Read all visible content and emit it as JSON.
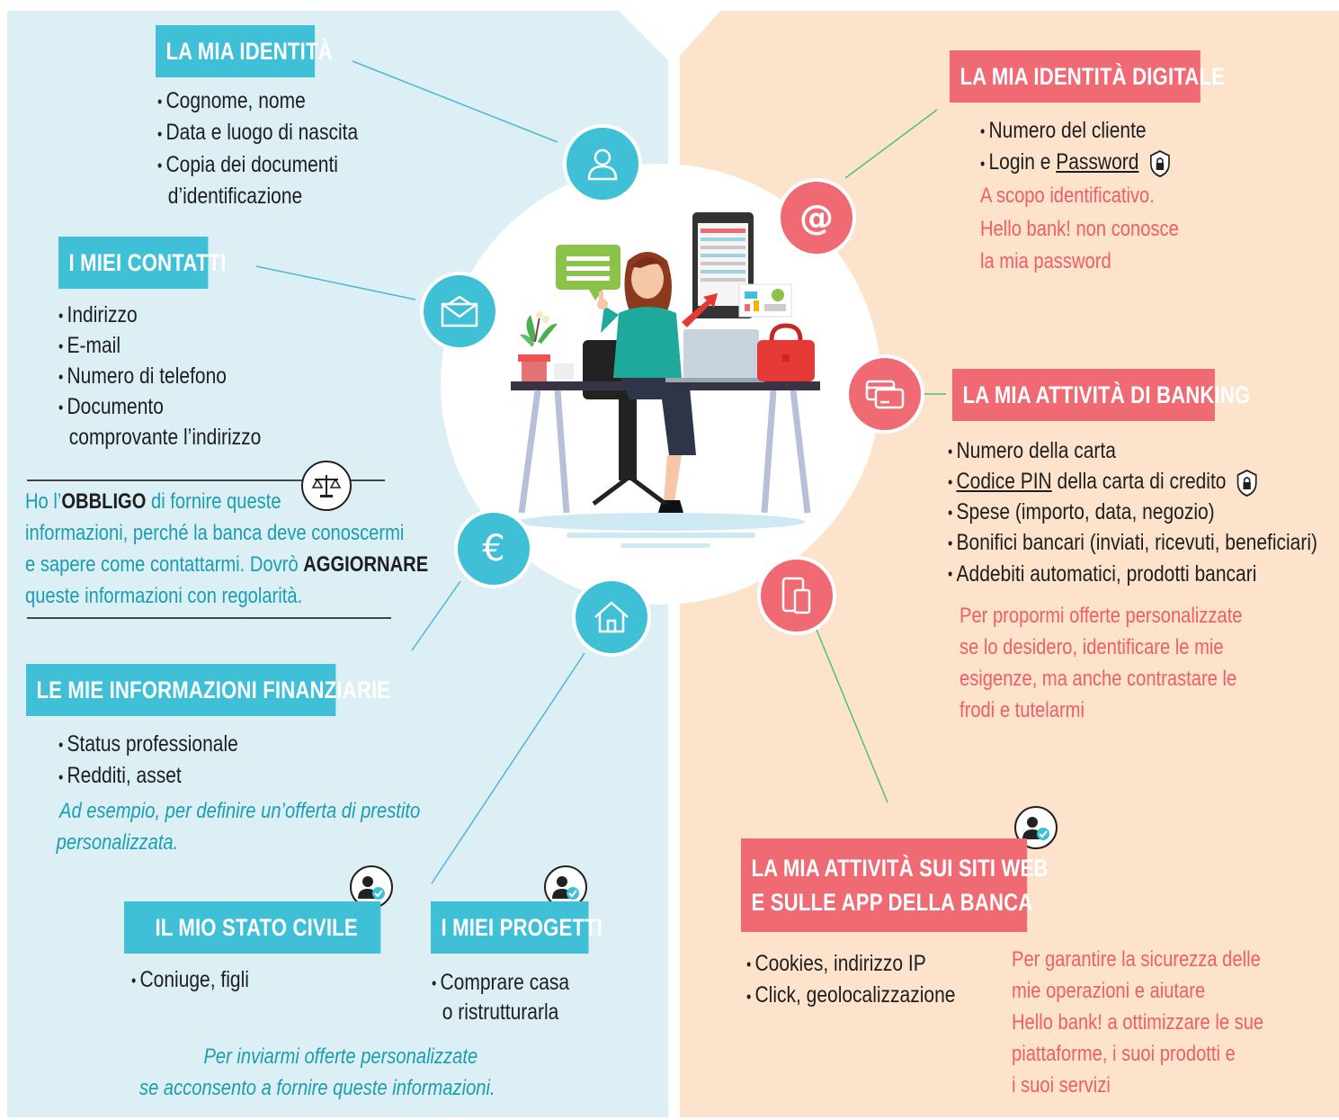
{
  "left": {
    "identita": {
      "title": "LA MIA IDENTITÀ",
      "items": [
        "Cognome, nome",
        "Data e luogo di nascita",
        "Copia dei documenti",
        "d’identificazione"
      ]
    },
    "contatti": {
      "title": "I MIEI CONTATTI",
      "items": [
        "Indirizzo",
        "E-mail",
        "Numero di telefono",
        "Documento",
        "comprovante l’indirizzo"
      ]
    },
    "obbligo": {
      "line1_pre": "Ho l’",
      "line1_bold": "OBBLIGO",
      "line1_post": " di fornire queste",
      "line2": "informazioni, perché la banca deve conoscermi",
      "line3_pre": "e sapere come contattarmi. Dovrò ",
      "line3_bold": "AGGIORNARE",
      "line4": "queste informazioni con regolarità."
    },
    "finanziarie": {
      "title": "LE MIE INFORMAZIONI FINANZIARIE",
      "items": [
        "Status professionale",
        "Redditi, asset"
      ],
      "note1": "Ad esempio, per definire un’offerta di prestito",
      "note2": "personalizzata."
    },
    "stato_civile": {
      "title": "IL MIO STATO CIVILE",
      "items": [
        "Coniuge, figli"
      ]
    },
    "progetti": {
      "title": "I MIEI PROGETTI",
      "items": [
        "Comprare casa",
        "o ristrutturarla"
      ]
    },
    "consenso": {
      "line1": "Per inviarmi offerte personalizzate",
      "line2": "se acconsento a fornire queste informazioni."
    }
  },
  "right": {
    "digitale": {
      "title": "LA MIA IDENTITÀ DIGITALE",
      "item1": "Numero del cliente",
      "item2_pre": "Login e ",
      "item2_u": "Password",
      "note": [
        "A scopo identificativo.",
        "Hello bank! non conosce",
        "la mia password"
      ]
    },
    "banking": {
      "title": "LA MIA ATTIVITÀ DI BANKING",
      "item1": "Numero della carta",
      "item2_u": "Codice PIN",
      "item2_post": " della carta di credito",
      "item3": "Spese (importo, data, negozio)",
      "item4": "Bonifici bancari (inviati, ricevuti, beneficiari)",
      "item5": "Addebiti automatici, prodotti bancari",
      "note": [
        "Per propormi offerte personalizzate",
        "se lo desidero, identificare le mie",
        "esigenze, ma anche contrastare le",
        "frodi e tutelarmi"
      ]
    },
    "web": {
      "title1": "LA MIA ATTIVITÀ SUI SITI WEB",
      "title2": "E SULLE APP DELLA BANCA",
      "items": [
        "Cookies, indirizzo IP",
        "Click, geolocalizzazione"
      ],
      "note": [
        "Per garantire la sicurezza delle",
        "mie operazioni e aiutare",
        "Hello bank! a ottimizzare le sue",
        "piattaforme, i suoi prodotti e",
        "i suoi servizi"
      ]
    }
  },
  "colors": {
    "blue": "#3fc0d6",
    "red": "#ef6a72",
    "teal_text": "#1a9db3",
    "red_text": "#ef5e67",
    "left_bg": "#dbeff4",
    "right_bg": "#fde3cb"
  }
}
